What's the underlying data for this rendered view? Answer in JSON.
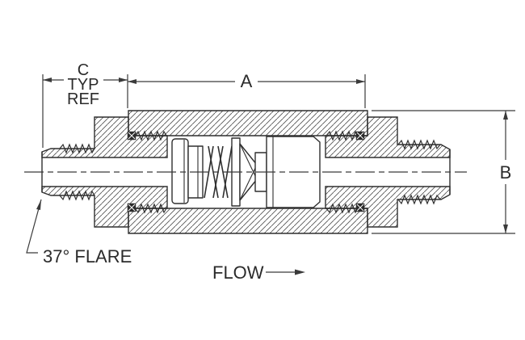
{
  "title": "Inline check valve cross-section drawing",
  "dimensions": {
    "c": {
      "label": "C",
      "qualifier_line1": "TYP",
      "qualifier_line2": "REF"
    },
    "a": {
      "label": "A"
    },
    "b": {
      "label": "B"
    }
  },
  "annotations": {
    "flare_note": "37° FLARE",
    "flow_label": "FLOW"
  },
  "colors": {
    "line": "#2f2f2f",
    "dimension_line": "#3a3a3a",
    "hatch": "#565656",
    "background": "#ffffff"
  }
}
